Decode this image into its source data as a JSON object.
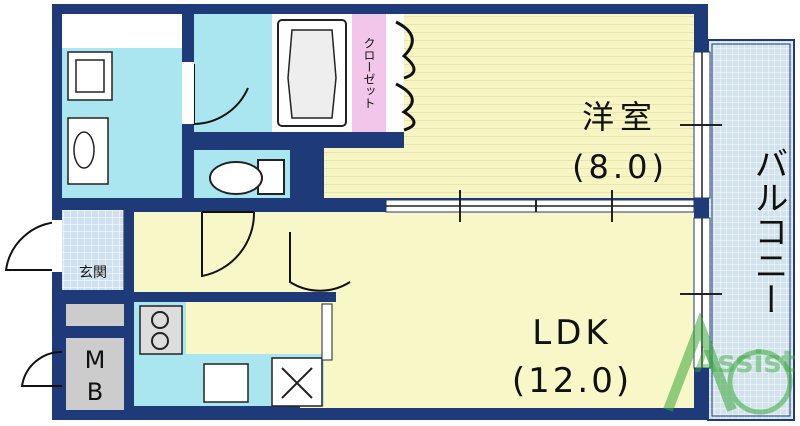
{
  "rooms": {
    "western_room": {
      "name": "洋室",
      "size": "(8.0)"
    },
    "ldk": {
      "name": "LDK",
      "size": "(12.0)"
    },
    "closet": {
      "name": "クローゼット"
    },
    "entrance": {
      "name": "玄関"
    },
    "meter_box": {
      "line1": "M",
      "line2": "B"
    },
    "balcony": {
      "name": "バルコニー"
    }
  },
  "watermark": {
    "text": "Assist"
  },
  "colors": {
    "wall": "#1f3a78",
    "western_floor": "#f7f5c4",
    "ldk_floor": "#f8f7c8",
    "wet_area": "#a9e6f0",
    "closet": "#f2c6ea",
    "entrance_tile": "#cfe0ef",
    "balcony": "#cfe0ea",
    "watermark": "#3aa83a"
  }
}
